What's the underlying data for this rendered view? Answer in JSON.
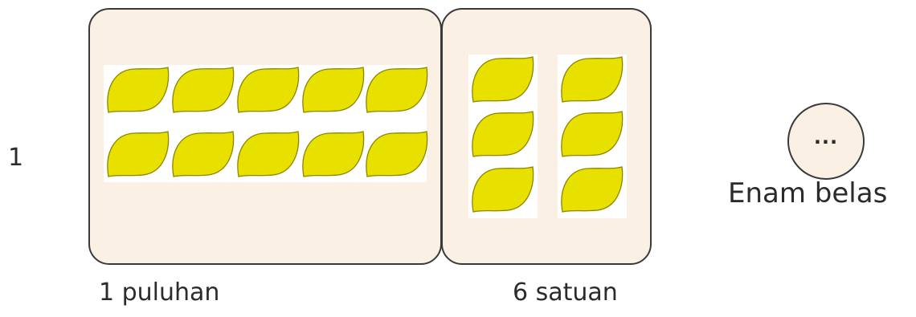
{
  "question": {
    "number": "1"
  },
  "tens": {
    "label": "1 puluhan",
    "fruit_count": 10
  },
  "ones": {
    "label": "6 satuan",
    "fruit_count": 6
  },
  "answer": {
    "placeholder": "...",
    "number_word": "Enam belas"
  },
  "colors": {
    "box_fill": "#faf1e4",
    "box_border": "#3a3a3a",
    "lemon_fill": "#e8e100",
    "lemon_stroke": "#8c8500"
  },
  "icons": {
    "fruit": "lemon-icon"
  }
}
